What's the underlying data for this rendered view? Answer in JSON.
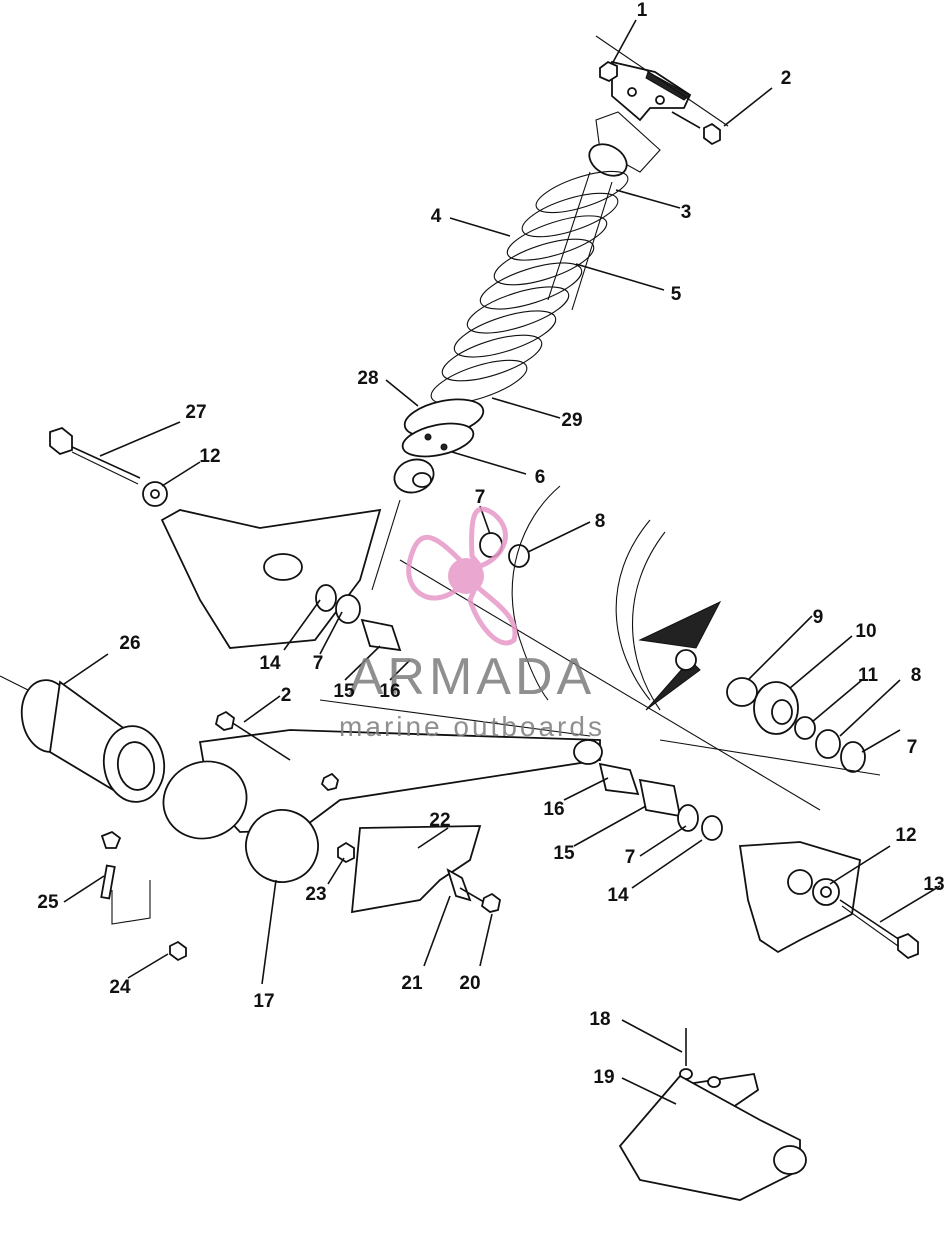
{
  "diagram": {
    "callouts": [
      {
        "id": "1",
        "label": "1"
      },
      {
        "id": "2a",
        "label": "2"
      },
      {
        "id": "3",
        "label": "3"
      },
      {
        "id": "4",
        "label": "4"
      },
      {
        "id": "5",
        "label": "5"
      },
      {
        "id": "28",
        "label": "28"
      },
      {
        "id": "29",
        "label": "29"
      },
      {
        "id": "6",
        "label": "6"
      },
      {
        "id": "27",
        "label": "27"
      },
      {
        "id": "12a",
        "label": "12"
      },
      {
        "id": "7a",
        "label": "7"
      },
      {
        "id": "8a",
        "label": "8"
      },
      {
        "id": "14a",
        "label": "14"
      },
      {
        "id": "7b",
        "label": "7"
      },
      {
        "id": "15a",
        "label": "15"
      },
      {
        "id": "16a",
        "label": "16"
      },
      {
        "id": "9",
        "label": "9"
      },
      {
        "id": "10",
        "label": "10"
      },
      {
        "id": "11",
        "label": "11"
      },
      {
        "id": "8b",
        "label": "8"
      },
      {
        "id": "7c",
        "label": "7"
      },
      {
        "id": "26",
        "label": "26"
      },
      {
        "id": "2b",
        "label": "2"
      },
      {
        "id": "16b",
        "label": "16"
      },
      {
        "id": "15b",
        "label": "15"
      },
      {
        "id": "7d",
        "label": "7"
      },
      {
        "id": "14b",
        "label": "14"
      },
      {
        "id": "12b",
        "label": "12"
      },
      {
        "id": "13",
        "label": "13"
      },
      {
        "id": "22",
        "label": "22"
      },
      {
        "id": "23",
        "label": "23"
      },
      {
        "id": "25",
        "label": "25"
      },
      {
        "id": "24",
        "label": "24"
      },
      {
        "id": "17",
        "label": "17"
      },
      {
        "id": "21",
        "label": "21"
      },
      {
        "id": "20",
        "label": "20"
      },
      {
        "id": "18",
        "label": "18"
      },
      {
        "id": "19",
        "label": "19"
      }
    ]
  },
  "watermark": {
    "brand": "ARMADA",
    "tagline": "marine outboards",
    "color": "#e79ac8"
  }
}
